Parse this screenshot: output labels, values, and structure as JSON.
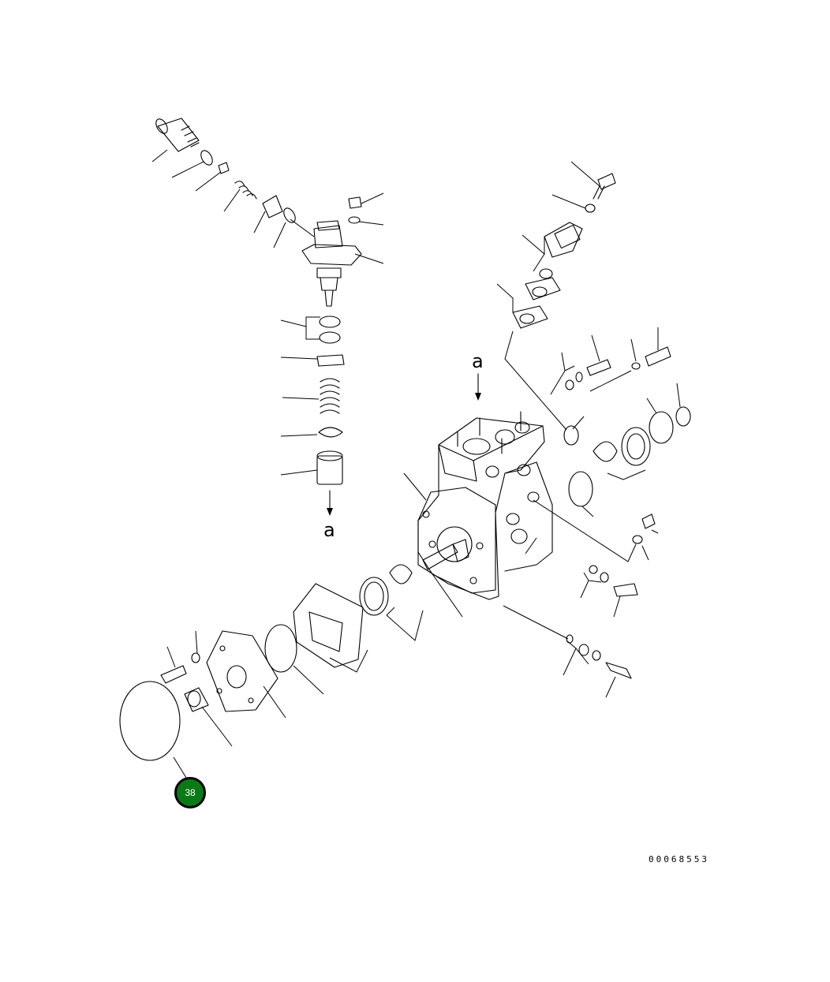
{
  "diagram": {
    "section_marker_top": "a",
    "section_marker_bottom": "a",
    "document_number": "00068553"
  },
  "callouts": [
    {
      "label": "38",
      "color": "#0a7a16"
    }
  ]
}
